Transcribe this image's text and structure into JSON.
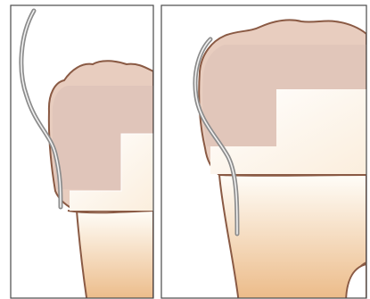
{
  "colors": {
    "background": "#ffffff",
    "frame": "#4a4a4a",
    "tooth_outline": "#8a5a44",
    "crown_fill": "#e8cdbf",
    "enamel_shade": "#d9bfb6",
    "root_top": "#fffdf8",
    "root_bottom": "#ebb985",
    "probe": "#8c8c8c",
    "probe_highlight": "#f2f2f2"
  },
  "panels": [
    {
      "id": "left",
      "depicts": [
        "tooth-crown",
        "tooth-root",
        "cavity-preparation",
        "periodontal-probe"
      ]
    },
    {
      "id": "right",
      "depicts": [
        "tooth-crown",
        "tooth-root",
        "cavity-preparation",
        "periodontal-probe"
      ]
    }
  ]
}
